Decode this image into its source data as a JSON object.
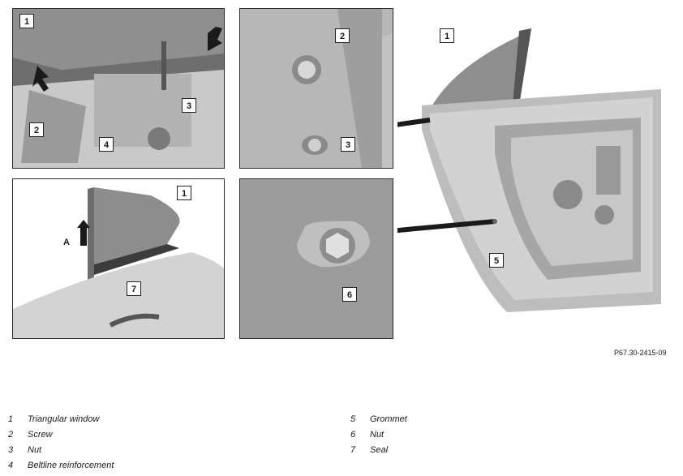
{
  "figure_code": "P67.30-2415-09",
  "panels": {
    "top_left": {
      "callouts": [
        "1",
        "2",
        "3",
        "4"
      ]
    },
    "middle_top": {
      "callouts": [
        "2",
        "3"
      ]
    },
    "bottom_left": {
      "callouts": [
        "1",
        "7"
      ],
      "arrow_label": "A"
    },
    "middle_bottom": {
      "callouts": [
        "6"
      ]
    },
    "door": {
      "callouts": [
        "1",
        "5"
      ]
    }
  },
  "legend": [
    {
      "num": "1",
      "text": "Triangular window"
    },
    {
      "num": "2",
      "text": "Screw"
    },
    {
      "num": "3",
      "text": "Nut"
    },
    {
      "num": "4",
      "text": "Beltline reinforcement"
    },
    {
      "num": "5",
      "text": "Grommet"
    },
    {
      "num": "6",
      "text": "Nut"
    },
    {
      "num": "7",
      "text": "Seal"
    }
  ],
  "colors": {
    "window": "#8c8c8c",
    "panel_bg": "#d8d8d8",
    "door": "#b9b9b9",
    "dark": "#3a3a3a"
  }
}
